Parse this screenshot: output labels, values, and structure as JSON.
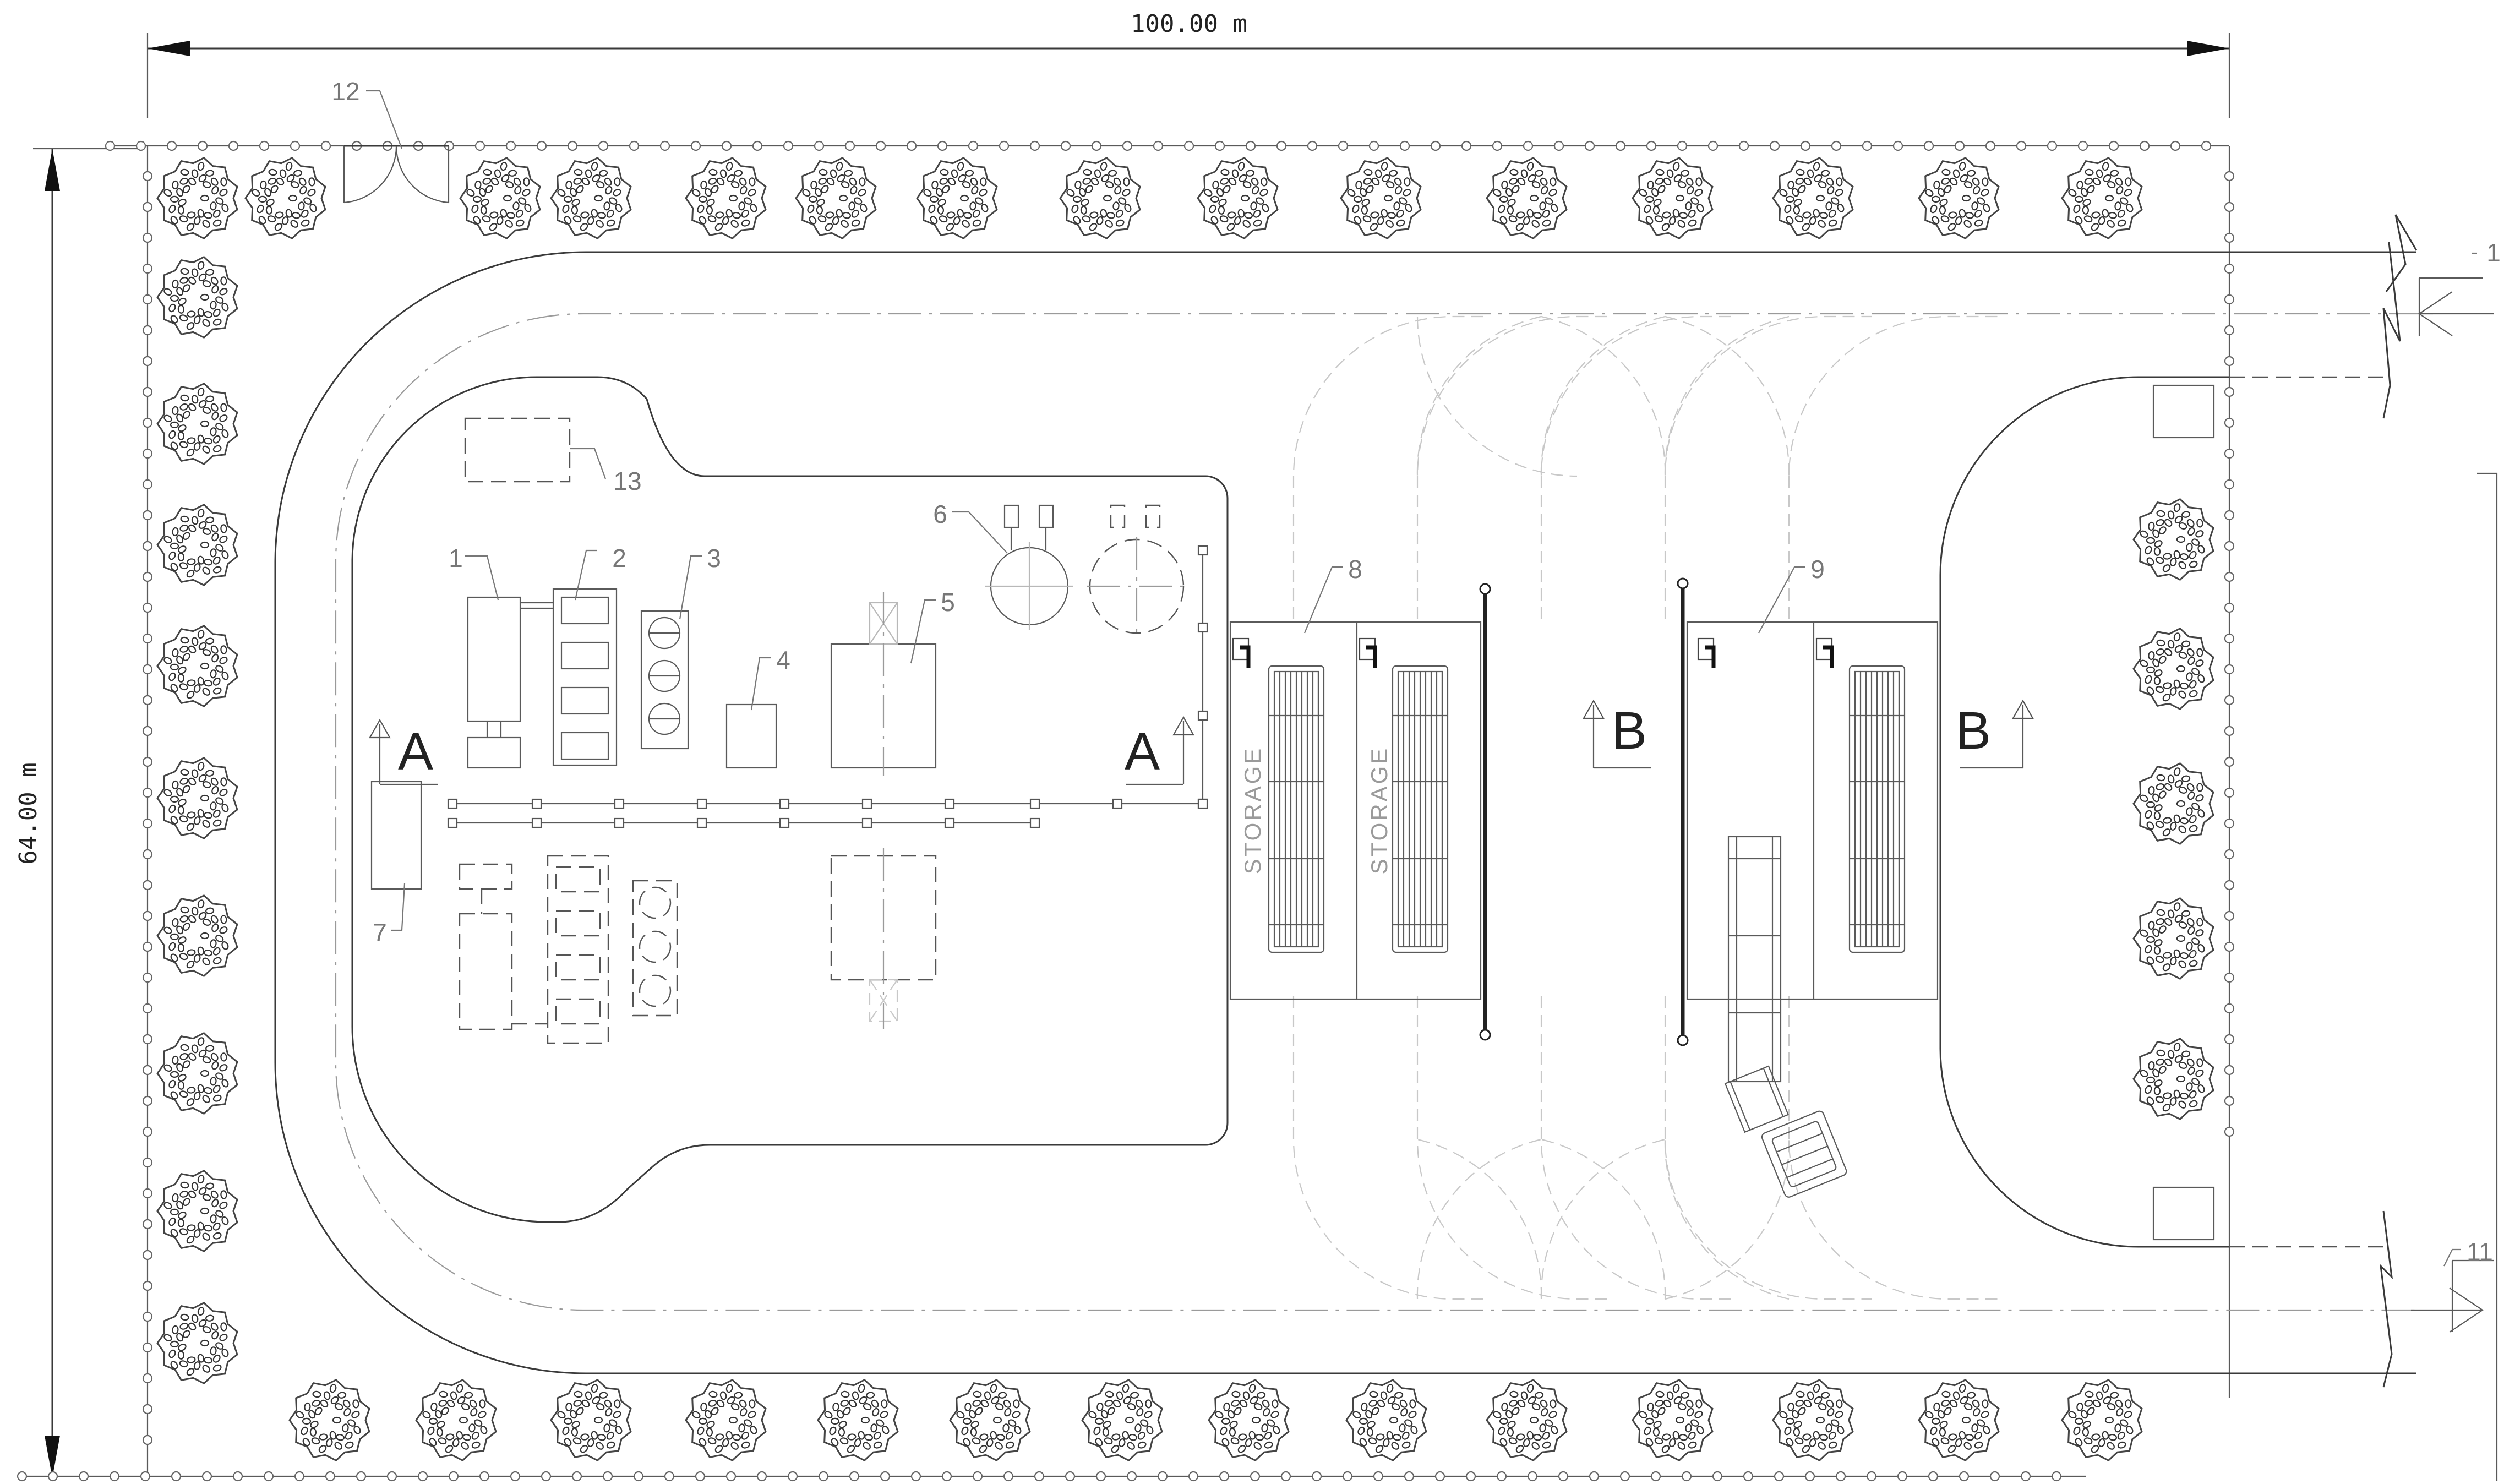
{
  "dimensions": {
    "width": "100.00 m",
    "height": "64.00 m"
  },
  "labels": {
    "l1": "1",
    "l2": "2",
    "l3": "3",
    "l4": "4",
    "l5": "5",
    "l6": "6",
    "l7": "7",
    "l8": "8",
    "l9": "9",
    "l11": "11",
    "l12": "12",
    "l13": "13",
    "edge_top": "1"
  },
  "sections": {
    "a": "A",
    "b": "B"
  },
  "storage_label": "STORAGE",
  "colors": {
    "line": "#3a3a3a",
    "light_line": "#b8b8b8",
    "background": "#ffffff"
  }
}
